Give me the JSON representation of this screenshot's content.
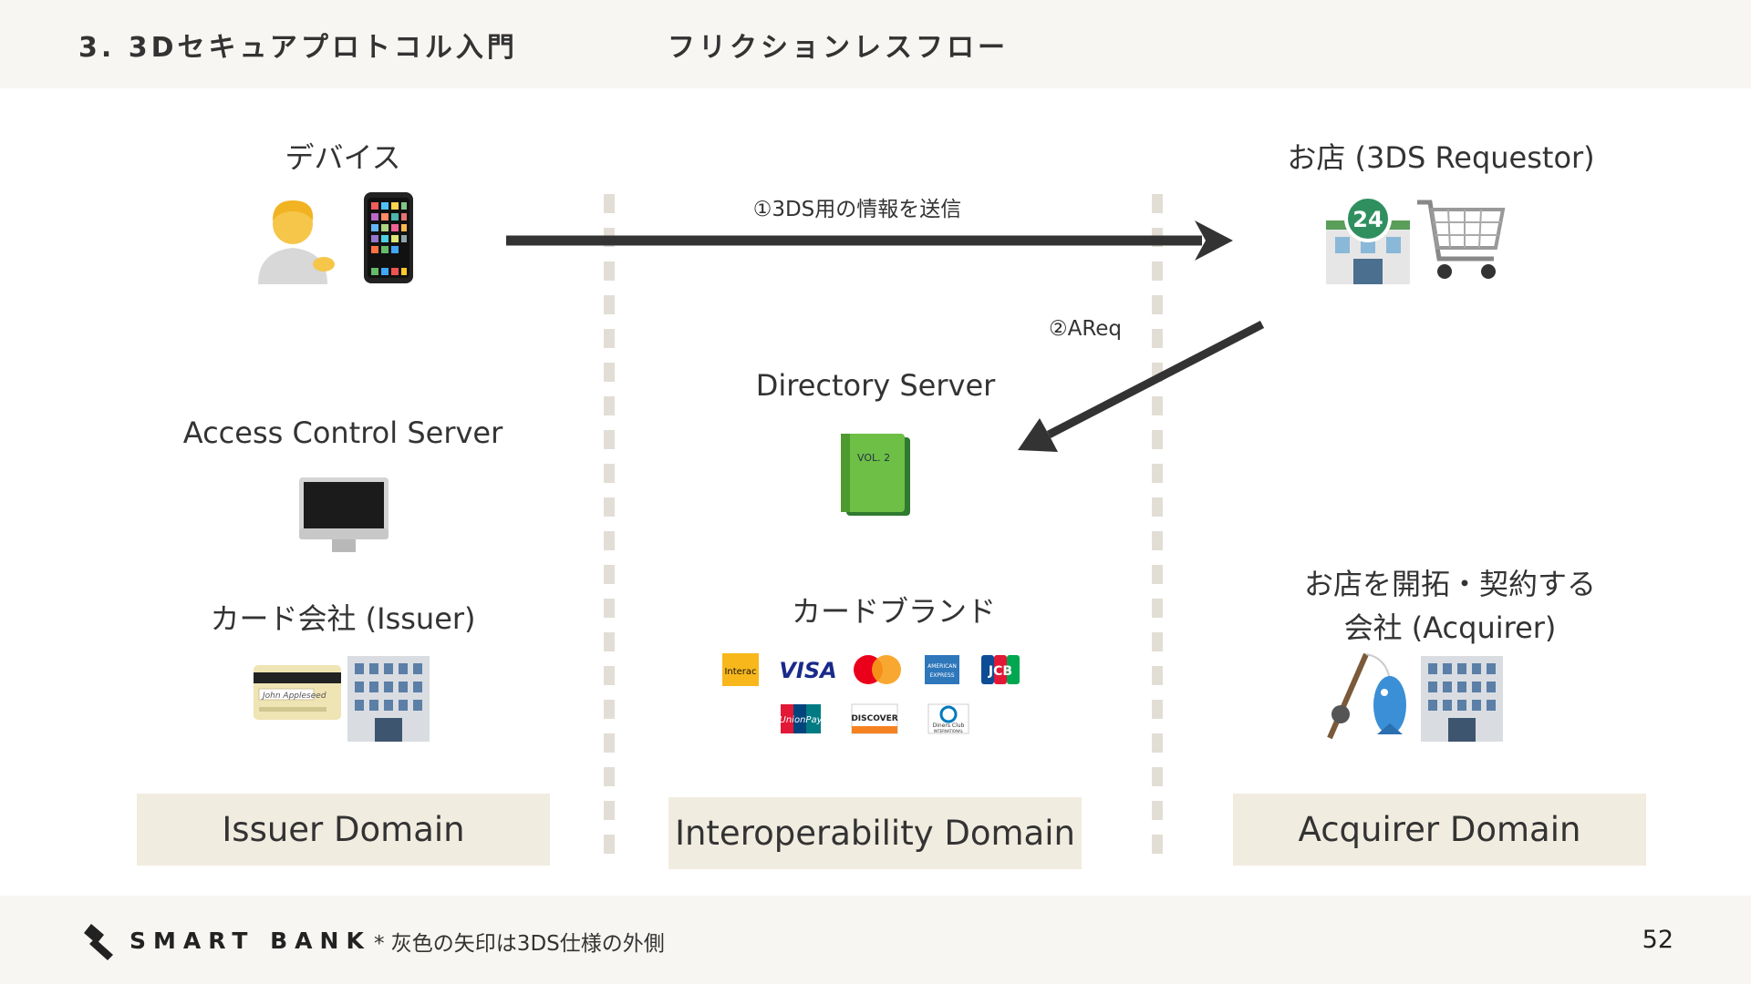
{
  "header": {
    "title": "3. 3Dセキュアプロトコル入門",
    "subtitle": "フリクションレスフロー"
  },
  "labels": {
    "device": "デバイス",
    "merchant": "お店 (3DS Requestor)",
    "acs": "Access Control Server",
    "issuer_company": "カード会社 (Issuer)",
    "directory_server": "Directory Server",
    "card_brand": "カードブランド",
    "acquirer_line1": "お店を開拓・契約する",
    "acquirer_line2": "会社 (Acquirer)"
  },
  "arrows": {
    "step1": "①3DS用の情報を送信",
    "step2": "②AReq"
  },
  "domains": {
    "issuer": "Issuer Domain",
    "interoperability": "Interoperability Domain",
    "acquirer": "Acquirer Domain"
  },
  "icons": {
    "device_person": "person-tipping-hand-icon",
    "device_phone": "mobile-phone-icon",
    "merchant_store": "convenience-store-icon",
    "merchant_cart": "shopping-cart-icon",
    "acs": "desktop-computer-icon",
    "issuer_card": "credit-card-icon",
    "issuer_building": "office-building-icon",
    "directory": "green-book-icon",
    "acquirer_fishing": "fishing-pole-icon",
    "acquirer_building": "office-building-icon"
  },
  "card_brands": [
    "Interac",
    "VISA",
    "Mastercard",
    "American Express",
    "JCB",
    "UnionPay",
    "DISCOVER",
    "Diners Club"
  ],
  "card_art": {
    "interac": "Interac",
    "visa": "VISA",
    "amex_line1": "AMERICAN",
    "amex_line2": "EXPRESS",
    "jcb": "JCB",
    "unionpay": "UnionPay",
    "discover": "DISCOVER",
    "diners_line1": "Diners Club",
    "diners_line2": "INTERNATIONAL",
    "directory_book": "VOL. 2",
    "store_sign": "24",
    "issuer_card_name": "John Appleseed"
  },
  "footer": {
    "logo_text": "SMART BANK",
    "note": "* 灰色の矢印は3DS仕様の外側",
    "page_number": "52"
  },
  "colors": {
    "band_background": "#f8f6f2",
    "domain_box": "#f1ece0",
    "arrow": "#333333",
    "divider": "#e2ded6"
  }
}
